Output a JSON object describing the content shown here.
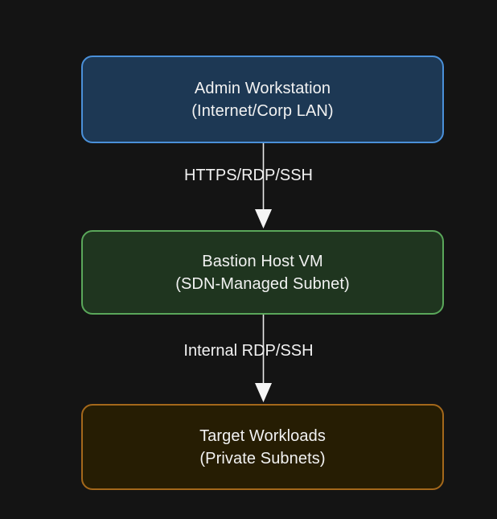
{
  "diagram": {
    "type": "flowchart",
    "direction": "top-to-bottom",
    "background_color": "#141414",
    "text_color": "#f2f2f2",
    "nodes": [
      {
        "id": "admin",
        "line1": "Admin Workstation",
        "line2": "(Internet/Corp LAN)",
        "fill_color": "#1d3854",
        "border_color": "#4a90d9"
      },
      {
        "id": "bastion",
        "line1": "Bastion Host VM",
        "line2": "(SDN-Managed Subnet)",
        "fill_color": "#1f351f",
        "border_color": "#5aa75a"
      },
      {
        "id": "target",
        "line1": "Target Workloads",
        "line2": "(Private Subnets)",
        "fill_color": "#261d03",
        "border_color": "#a4681b"
      }
    ],
    "edges": [
      {
        "id": "edge-1",
        "from": "admin",
        "to": "bastion",
        "label": "HTTPS/RDP/SSH",
        "color": "#e8e8e8"
      },
      {
        "id": "edge-2",
        "from": "bastion",
        "to": "target",
        "label": "Internal RDP/SSH",
        "color": "#e8e8e8"
      }
    ]
  }
}
